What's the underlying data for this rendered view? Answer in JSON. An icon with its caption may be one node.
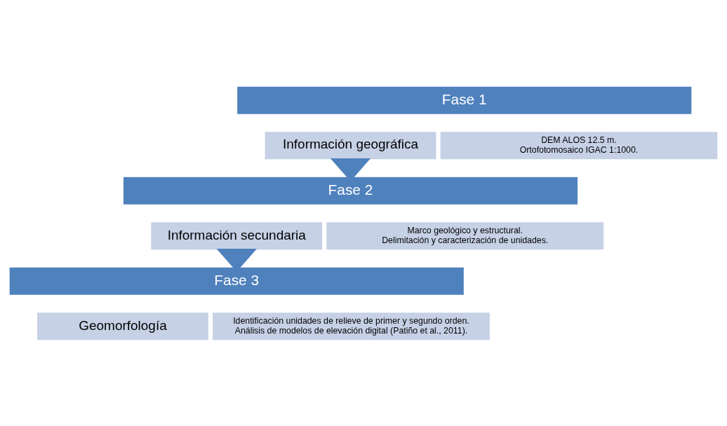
{
  "diagram": {
    "nodes": [
      {
        "text": [
          "Fase 1"
        ]
      },
      {
        "text": [
          "Información geográfica"
        ]
      },
      {
        "text": [
          "DEM ALOS 12.5 m.",
          "Ortofotomosaico IGAC 1:1000."
        ]
      },
      {
        "text": [
          "Fase 2"
        ]
      },
      {
        "text": [
          "Información secundaria"
        ]
      },
      {
        "text": [
          "Marco geológico y estructural.",
          "Delimitación y caracterización de unidades."
        ]
      },
      {
        "text": [
          "Fase 3"
        ]
      },
      {
        "text": [
          "Geomorfología"
        ]
      },
      {
        "text": [
          "Identificación unidades de relieve de primer y segundo orden.",
          "Análisis de modelos de elevación digital (Patiño et al., 2011)."
        ]
      }
    ],
    "edges": [
      {
        "from": 1,
        "to": 3,
        "arrow": "to"
      },
      {
        "from": 4,
        "to": 6,
        "arrow": "to"
      }
    ]
  }
}
